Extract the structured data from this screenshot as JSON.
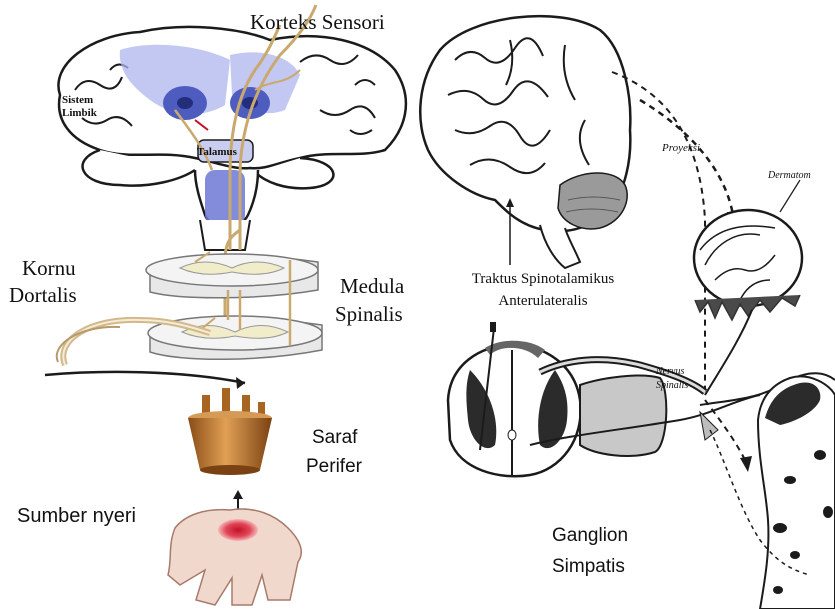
{
  "labels": {
    "korteks_sensori": "Korteks Sensori",
    "sistem_limbik_1": "Sistem",
    "sistem_limbik_2": "Limbik",
    "talamus": "Talamus",
    "kornu_dortalis_1": "Kornu",
    "kornu_dortalis_2": "Dortalis",
    "medula_spinalis_1": "Medula",
    "medula_spinalis_2": "Spinalis",
    "saraf_perifer_1": "Saraf",
    "saraf_perifer_2": "Perifer",
    "sumber_nyeri": "Sumber nyeri",
    "traktus_1": "Traktus Spinotalamikus",
    "traktus_2": "Anterulateralis",
    "proyeksi": "Proyeksi",
    "dermatom": "Dermatom",
    "nervus_spinalis_1": "Nervus",
    "nervus_spinalis_2": "Spinalis",
    "ganglion_1": "Ganglion",
    "ganglion_2": "Simpatis"
  },
  "colors": {
    "brain_blue": "#7d86d6",
    "nerve_tan": "#c9a96e",
    "nerve_brown": "#3a2418",
    "lesion_red": "#c4112a",
    "skin": "#f1d8cc",
    "bronze": "#b8742e",
    "grey_matter": "#bfbfbf"
  },
  "icons": [
    "brain-coronal-section",
    "spinal-cord-slice",
    "peripheral-nerve-cylinder",
    "hand",
    "brain-lateral",
    "dermatome-disc",
    "vertebra"
  ]
}
